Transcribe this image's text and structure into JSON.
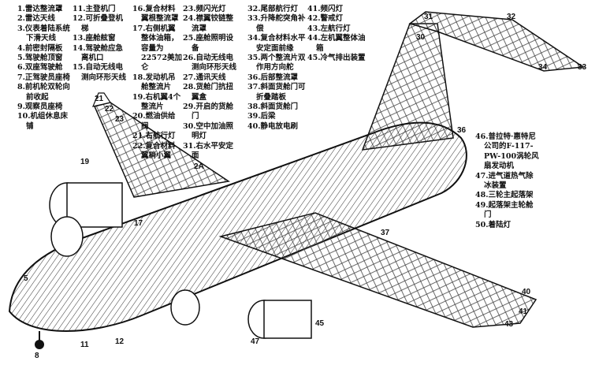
{
  "legend": {
    "col1": [
      "1.雷达整流罩",
      "2.雷达天线",
      "3.仪表着陆系统下滑天线",
      "4.前密封隔板",
      "5.驾驶舱顶窗",
      "6.双座驾驶舱",
      "7.正驾驶员座椅",
      "8.前机轮双轮向前收起",
      "9.观察员座椅",
      "10.机组休息床铺"
    ],
    "col2": [
      "11.主登机门",
      "12.可折叠登机梯",
      "13.座舱舷窗",
      "14.驾驶舱应急离机口",
      "15.自动无线电测向环形天线"
    ],
    "col3": [
      "16.复合材料翼根整流罩",
      "17.右侧机翼整体油箱，容量为22572美加仑",
      "18.发动机吊舱整流片",
      "19.右机翼4个整流片",
      "20.燃油供给阀",
      "21.右航行灯",
      "22.复合材料翼梢小翼"
    ],
    "col4": [
      "23.频闪光灯",
      "24.襟翼铰链整流罩",
      "25.座舱照明设备",
      "26.自动无线电测向环形天线",
      "27.通讯天线",
      "28.货舱门抗扭翼盒",
      "29.开启的货舱门",
      "30.空中加油照明灯",
      "31.右水平安定面"
    ],
    "col5": [
      "32.尾部航行灯",
      "33.升降舵突角补偿",
      "34.复合材料水平安定面前缘",
      "35.两个整流片双作用方向舵",
      "36.后部整流罩",
      "37.斜面货舱门可折叠踏板",
      "38.斜面货舱门",
      "39.后梁",
      "40.静电放电刷"
    ],
    "col6": [
      "41.频闪灯",
      "42.警戒灯",
      "43.左航行灯",
      "44.左机翼整体油箱",
      "45.冷气排出装置"
    ],
    "col7": [
      "46.普拉特·惠特尼公司的F-117-PW-100涡轮风扇发动机",
      "47.进气道热气除冰装置",
      "48.三轮主起落架",
      "49.起落架主轮舱门",
      "50.着陆灯"
    ]
  },
  "callouts": [
    "31",
    "32",
    "30",
    "34",
    "33",
    "36",
    "21",
    "22",
    "23",
    "19",
    "2A",
    "17",
    "5",
    "8",
    "11",
    "12",
    "47",
    "45",
    "37",
    "40",
    "41",
    "43"
  ]
}
